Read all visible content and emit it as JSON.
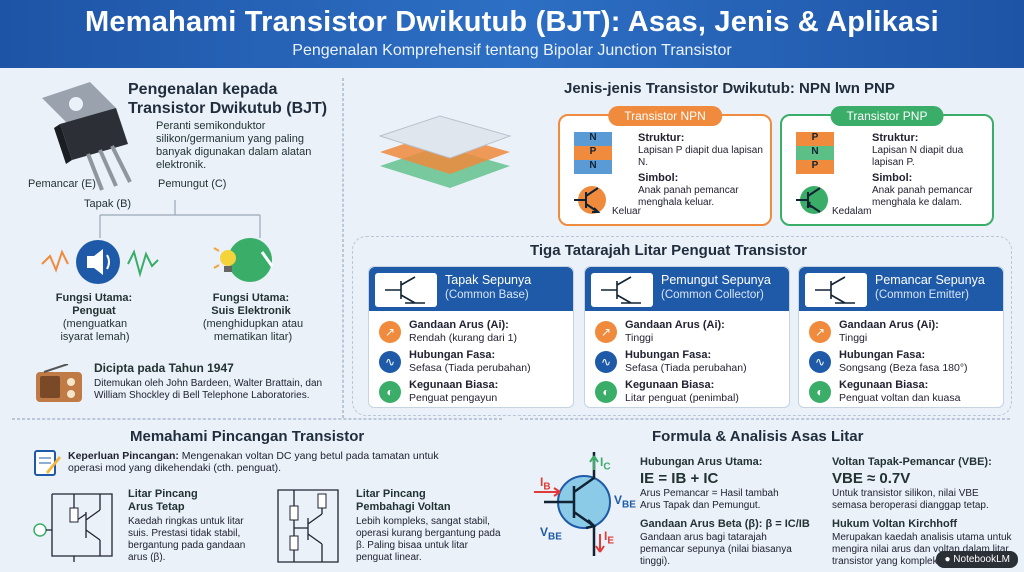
{
  "header": {
    "title": "Memahami Transistor Dwikutub (BJT): Asas, Jenis & Aplikasi",
    "subtitle": "Pengenalan Komprehensif tentang Bipolar Junction Transistor"
  },
  "intro": {
    "title_line1": "Pengenalan kepada",
    "title_line2": "Transistor Dwikutub (BJT)",
    "desc": "Peranti semikonduktor silikon/germanium yang paling banyak digunakan dalam alatan elektronik.",
    "pin_e": "Pemancar (E)",
    "pin_c": "Pemungut (C)",
    "pin_b": "Tapak (B)",
    "func1_title1": "Fungsi Utama:",
    "func1_title2": "Penguat",
    "func1_desc": "(menguatkan isyarat lemah)",
    "func2_title1": "Fungsi Utama:",
    "func2_title2": "Suis Elektronik",
    "func2_desc": "(menghidupkan atau mematikan litar)",
    "year_title": "Dicipta pada Tahun 1947",
    "year_desc": "Ditemukan oleh John Bardeen, Walter Brattain, dan William Shockley di Bell Telephone Laboratories."
  },
  "types": {
    "title": "Jenis-jenis Transistor Dwikutub: NPN lwn PNP",
    "npn": {
      "label": "Transistor NPN",
      "layers": [
        "N",
        "P",
        "N"
      ],
      "struct_title": "Struktur:",
      "struct_desc": "Lapisan P diapit dua lapisan N.",
      "sym_title": "Simbol:",
      "sym_desc": "Anak panah pemancar menghala keluar.",
      "arrow_label": "Keluar"
    },
    "pnp": {
      "label": "Transistor PNP",
      "layers": [
        "P",
        "N",
        "P"
      ],
      "struct_title": "Struktur:",
      "struct_desc": "Lapisan N diapit dua lapisan P.",
      "sym_title": "Simbol:",
      "sym_desc": "Anak panah pemancar menghala ke dalam.",
      "arrow_label": "Kedalam"
    }
  },
  "configs": {
    "title": "Tiga Tatarajah Litar Penguat Transistor",
    "items": [
      {
        "name": "Tapak Sepunya",
        "sub": "(Common Base)",
        "gain_t": "Gandaan Arus (Ai):",
        "gain": "Rendah (kurang dari 1)",
        "phase_t": "Hubungan Fasa:",
        "phase": "Sefasa (Tiada perubahan)",
        "use_t": "Kegunaan Biasa:",
        "use": "Penguat pengayun"
      },
      {
        "name": "Pemungut Sepunya",
        "sub": "(Common Collector)",
        "gain_t": "Gandaan Arus (Ai):",
        "gain": "Tinggi",
        "phase_t": "Hubungan Fasa:",
        "phase": "Sefasa (Tiada perubahan)",
        "use_t": "Kegunaan Biasa:",
        "use": "Litar penguat (penimbal)"
      },
      {
        "name": "Pemancar Sepunya",
        "sub": "(Common Emitter)",
        "gain_t": "Gandaan Arus (Ai):",
        "gain": "Tinggi",
        "phase_t": "Hubungan Fasa:",
        "phase": "Songsang (Beza fasa 180°)",
        "use_t": "Kegunaan Biasa:",
        "use": "Penguat voltan dan kuasa"
      }
    ]
  },
  "bias": {
    "title": "Memahami Pincangan Transistor",
    "need_t": "Keperluan Pincangan:",
    "need": "Mengenakan voltan DC yang betul pada tamatan untuk operasi mod yang dikehendaki (cth. penguat).",
    "fixed_t1": "Litar Pincang",
    "fixed_t2": "Arus Tetap",
    "fixed_d": "Kaedah ringkas untuk litar suis. Prestasi tidak stabil, bergantung pada gandaan arus (β).",
    "div_t1": "Litar Pincang",
    "div_t2": "Pembahagi Voltan",
    "div_d": "Lebih kompleks, sangat stabil, operasi kurang bergantung pada β. Paling bisaa untuk litar penguat linear."
  },
  "formula": {
    "title": "Formula & Analisis Asas Litar",
    "ic": "I",
    "ib": "I",
    "ie": "I",
    "vbe1": "V",
    "vbe2": "V",
    "rel_t": "Hubungan Arus Utama:",
    "rel_eq": "I",
    "rel_eq_txt": "E = IB + IC",
    "rel_d": "Arus Pemancar = Hasil tambah Arus Tapak dan Pemungut.",
    "beta_t": "Gandaan Arus Beta (β): β = IC/IB",
    "beta_d": "Gandaan arus bagi tatarajah pemancar sepunya (nilai biasanya tinggi).",
    "vbe_t": "Voltan Tapak-Pemancar (VBE):",
    "vbe_eq": "VBE ≈ 0.7V",
    "vbe_d": "Untuk transistor silikon, nilai VBE semasa beroperasi dianggap tetap.",
    "kvl_t": "Hukum Voltan Kirchhoff",
    "kvl_d": "Merupakan kaedah analisis utama untuk mengira nilai arus dan voltan dalam litar transistor yang kompleks."
  },
  "watermark": "NotebookLM",
  "colors": {
    "header": "#1e54a6",
    "orange": "#f08a3c",
    "green": "#3aae69",
    "blue": "#1e5aa8"
  }
}
